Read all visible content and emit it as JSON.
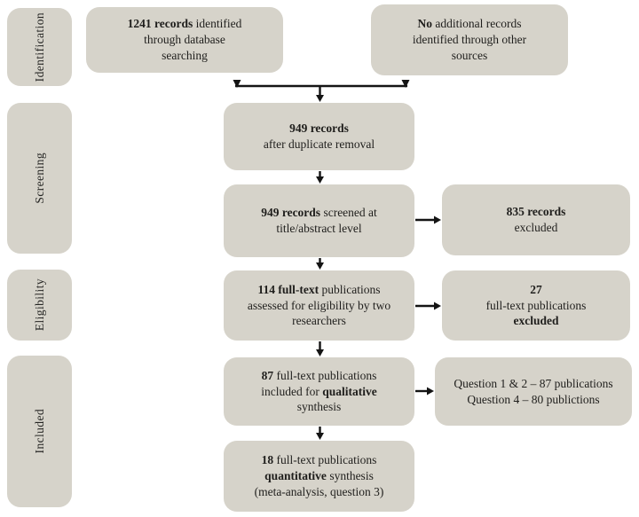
{
  "colors": {
    "box_fill": "#d6d3ca",
    "text": "#1f1e1c",
    "arrow": "#141414",
    "background": "#ffffff"
  },
  "sidebar": {
    "identification": "Identification",
    "screening": "Screening",
    "eligibility": "Eligibility",
    "included": "Included"
  },
  "boxes": {
    "database": {
      "l1b": "1241 records",
      "l1": " identified",
      "l2": "through database",
      "l3": "searching"
    },
    "other_sources": {
      "l1b": "No",
      "l1": " additional records",
      "l2": "identified through other",
      "l3": "sources"
    },
    "deduplicated": {
      "l1b": "949 records",
      "l2": "after duplicate removal"
    },
    "screened": {
      "l1b": "949 records",
      "l1": " screened at",
      "l2": "title/abstract level"
    },
    "records_excluded": {
      "l1b": "835 records",
      "l2": "excluded"
    },
    "fulltext_assessed": {
      "l1b": "114 full-text",
      "l1": " publications",
      "l2": "assessed for eligibility by two",
      "l3": "researchers"
    },
    "fulltext_excluded": {
      "l1b": "27",
      "l2": "full-text publications",
      "l3b": "excluded"
    },
    "qualitative": {
      "l1b": "87",
      "l1": " full-text publications",
      "l2": "included for ",
      "l2b": "qualitative",
      "l3": "synthesis"
    },
    "questions": {
      "l1": "Question 1 & 2 – 87 publications",
      "l2": "Question 4 – 80 publictions"
    },
    "quantitative": {
      "l1b": "18",
      "l1": " full-text publications",
      "l2b": "quantitative",
      "l2": " synthesis",
      "l3": "(meta-analysis, question 3)"
    }
  }
}
